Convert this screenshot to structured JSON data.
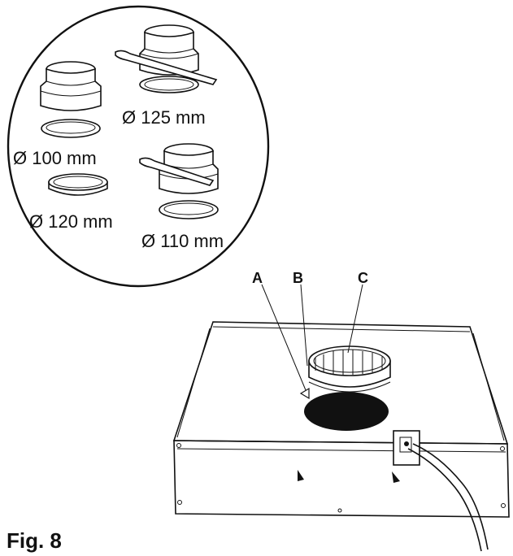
{
  "diagram": {
    "inset_labels": {
      "d100": "Ø 100 mm",
      "d125": "Ø 125 mm",
      "d120": "Ø 120 mm",
      "d110": "Ø 110 mm"
    },
    "callouts": {
      "a": "A",
      "b": "B",
      "c": "C"
    },
    "caption": "Fig. 8"
  }
}
